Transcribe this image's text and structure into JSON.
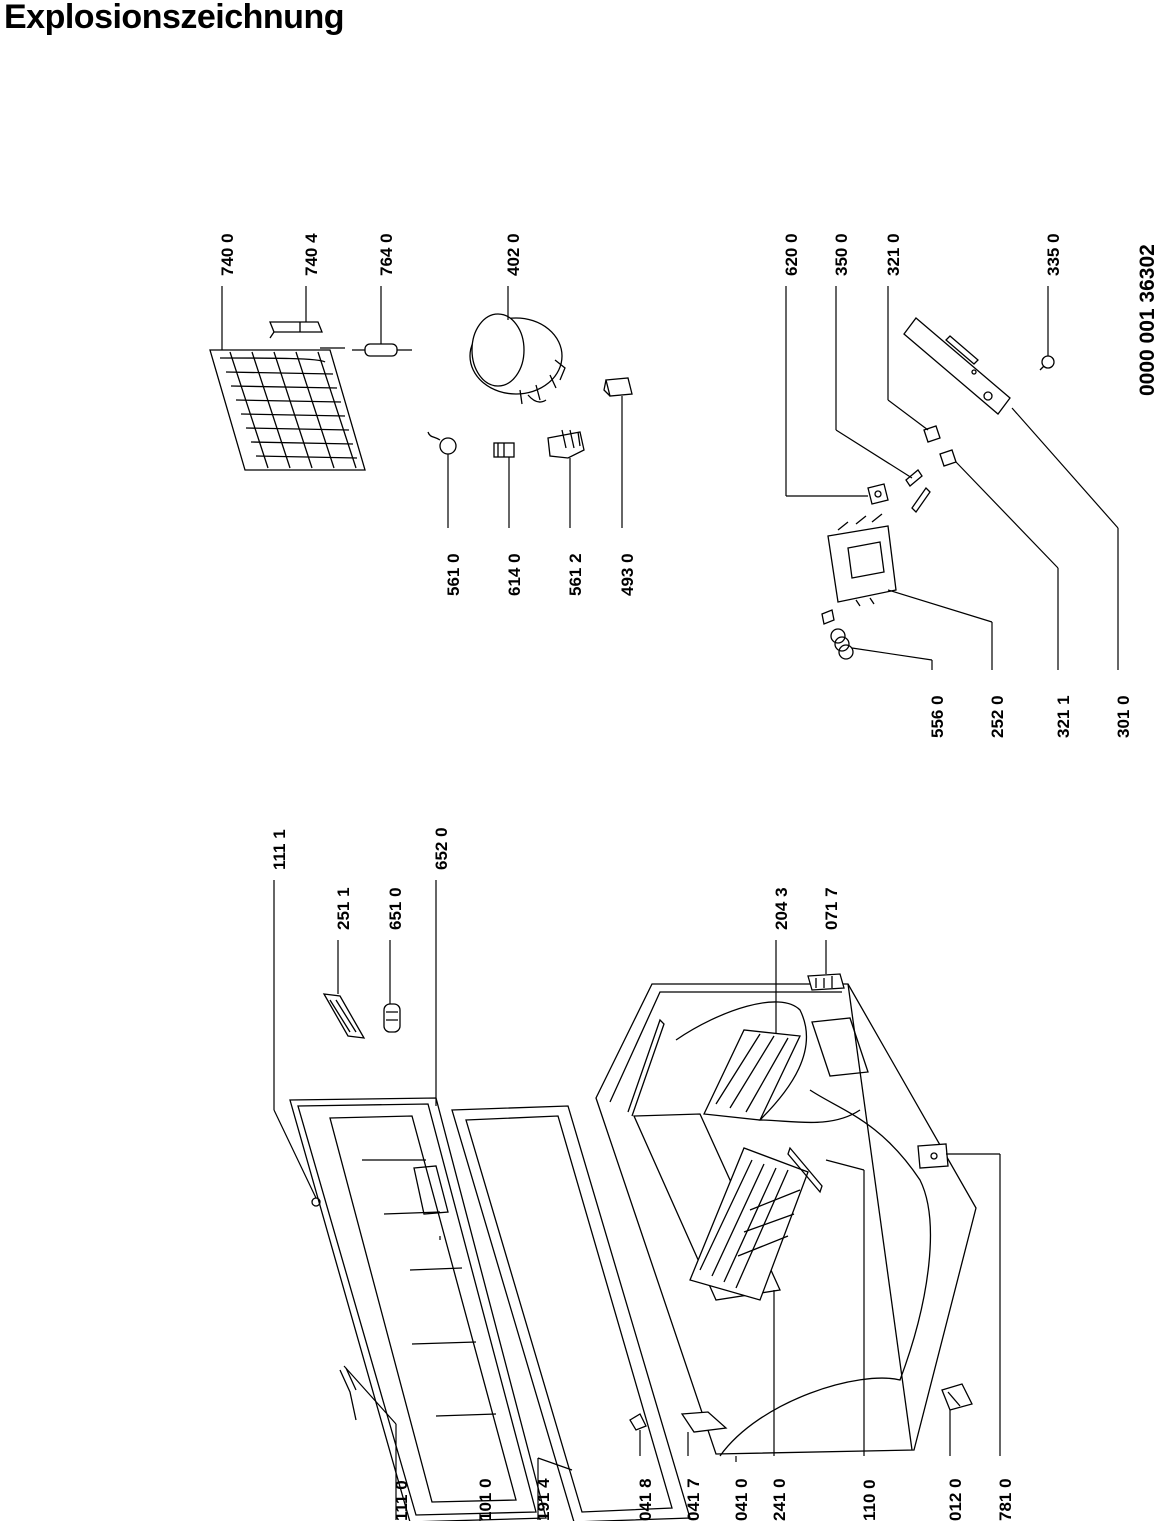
{
  "page": {
    "title": "Explosionszeichnung",
    "doc_number": "0000 001 36302"
  },
  "labels": {
    "l7400": "740 0",
    "l7404": "740 4",
    "l7640": "764 0",
    "l4020": "402 0",
    "l5610": "561 0",
    "l6140": "614 0",
    "l5612": "561 2",
    "l4930": "493 0",
    "l6200": "620 0",
    "l3500": "350 0",
    "l3210": "321 0",
    "l3350": "335 0",
    "l5560": "556 0",
    "l2520": "252 0",
    "l3211": "321 1",
    "l3010": "301 0",
    "l1111": "111 1",
    "l2511": "251 1",
    "l6510": "651 0",
    "l6520": "652 0",
    "l2043": "204 3",
    "l0717": "071 7",
    "l1110": "111 0",
    "l1010": "101 0",
    "l1914": "191 4",
    "l0418": "041 8",
    "l0417": "041 7",
    "l0410": "041 0",
    "l2410": "241 0",
    "l1100": "110 0",
    "l0120": "012 0",
    "l7810": "781 0"
  }
}
